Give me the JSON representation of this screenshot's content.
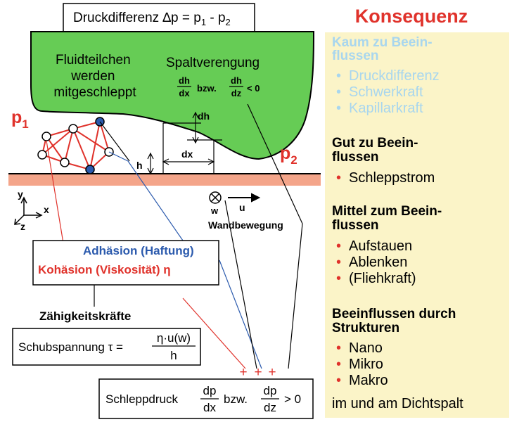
{
  "colors": {
    "fluid": "#66cc55",
    "wall": "#f4a58a",
    "panel": "#fbf4c8",
    "red": "#e0322b",
    "blue": "#2b5aad",
    "light_blue": "#a8d6ee"
  },
  "top_formula": {
    "text": "Druckdifferenz ∆p = p",
    "s1": "1",
    "mid": " - p",
    "s2": "2"
  },
  "fluid_label": [
    "Fluidteilchen",
    "werden",
    "mitgeschleppt"
  ],
  "spalt": {
    "title": "Spaltverengung",
    "num": "dh",
    "den1": "dx",
    "den2": "dz",
    "bzw": "bzw.",
    "rel": "< 0"
  },
  "p1": {
    "base": "p",
    "sub": "1"
  },
  "p2": {
    "base": "p",
    "sub": "2"
  },
  "dims": {
    "dh": "dh",
    "dx": "dx",
    "h": "h"
  },
  "axes": {
    "y": "y",
    "x": "x",
    "z": "z"
  },
  "motion": {
    "w": "w",
    "u": "u",
    "label": "Wandbewegung"
  },
  "forces": {
    "adhesion": "Adhäsion (Haftung)",
    "cohesion": "Kohäsion (Viskosität) η",
    "toughness": "Zähigkeitskräfte"
  },
  "shear": {
    "left": "Schubspannung τ =",
    "num": "η·u(w)",
    "den": "h"
  },
  "plus_signs": [
    "+",
    "+",
    "+"
  ],
  "drag": {
    "left": "Schleppdruck",
    "num": "dp",
    "den1": "dx",
    "den2": "dz",
    "bzw": "bzw.",
    "rel": "> 0"
  },
  "panel": {
    "title": "Konsequenz",
    "sections": [
      {
        "heading": [
          "Kaum zu Beein-",
          "flussen"
        ],
        "items": [
          "Druckdifferenz",
          "Schwerkraft",
          "Kapillarkraft"
        ]
      },
      {
        "heading": [
          "Gut zu Beein-",
          "flussen"
        ],
        "items": [
          "Schleppstrom"
        ]
      },
      {
        "heading": [
          "Mittel zum Beein-",
          "flussen"
        ],
        "items": [
          "Aufstauen",
          "Ablenken",
          "(Fliehkraft)"
        ]
      },
      {
        "heading": [
          "Beeinflussen durch",
          "Strukturen"
        ],
        "items": [
          "Nano",
          "Mikro",
          "Makro"
        ]
      }
    ],
    "footer": "im und am Dichtspalt"
  }
}
